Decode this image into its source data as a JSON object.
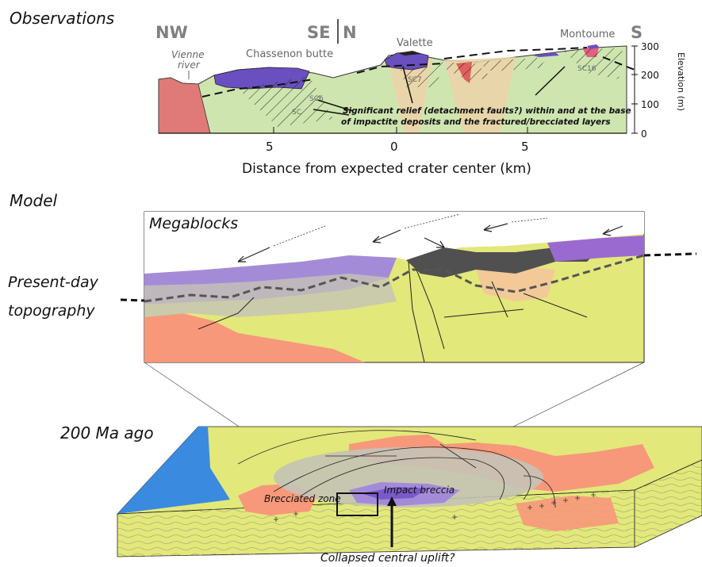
{
  "observations": {
    "title": "Observations",
    "dir_nw": "NW",
    "dir_se": "SE",
    "dir_n": "N",
    "dir_s": "S",
    "vienne_line1": "Vienne",
    "vienne_line2": "river",
    "chassenon": "Chassenon butte",
    "valette": "Valette",
    "montoume": "Montoume",
    "site_sc6": "SC6",
    "site_sc": "SC",
    "site_sc7": "SC7",
    "site_sc16": "SC16",
    "annotation_line1": "Significant relief (detachment faults?) within and at the base",
    "annotation_line2": "of impactite deposits and the fractured/brecciated layers",
    "elev_ticks": [
      "300",
      "200",
      "100",
      "0"
    ],
    "elev_label": "Elevation (m)",
    "dist_ticks": [
      "5",
      "0",
      "5"
    ],
    "dist_label": "Distance from expected crater center (km)"
  },
  "model": {
    "title": "Model",
    "megablocks": "Megablocks",
    "present_line1": "Present-day",
    "present_line2": "topography"
  },
  "ancient": {
    "title": "200 Ma ago",
    "brecciated": "Brecciated zone",
    "impact_breccia": "Impact breccia",
    "collapsed": "Collapsed central uplift?"
  },
  "colors": {
    "basement_green": "#cfe5b0",
    "granite_red": "#e07a78",
    "breccia_purple": "#6a4fc0",
    "melt_black": "#222222",
    "fracture_tan": "#ecd2a8",
    "yellow": "#e2e87a",
    "orange": "#f7987a",
    "lavender": "#a48bd8",
    "grey": "#bdbcb4",
    "dark": "#505050",
    "sea_blue": "#3a8ae0"
  }
}
